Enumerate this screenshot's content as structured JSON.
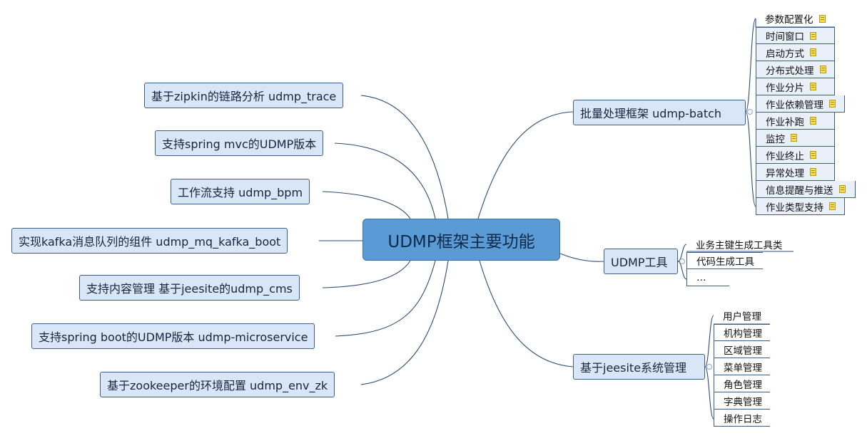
{
  "central": "UDMP框架主要功能",
  "left_topics": [
    "基于zipkin的链路分析  udmp_trace",
    "支持spring mvc的UDMP版本",
    "工作流支持  udmp_bpm",
    "实现kafka消息队列的组件  udmp_mq_kafka_boot",
    "支持内容管理  基于jeesite的udmp_cms",
    "支持spring boot的UDMP版本  udmp-microservice",
    "基于zookeeper的环境配置    udmp_env_zk"
  ],
  "batch": {
    "label": "批量处理框架    udmp-batch",
    "items": [
      "参数配置化",
      "时间窗口",
      "启动方式",
      "分布式处理",
      "作业分片",
      "作业依赖管理",
      "作业补跑",
      "监控",
      "作业终止",
      "异常处理",
      "信息提醒与推送",
      "作业类型支持"
    ]
  },
  "tools": {
    "label": "UDMP工具",
    "items": [
      "业务主键生成工具类",
      "代码生成工具",
      "…"
    ]
  },
  "jeesite": {
    "label": "基于jeesite系统管理",
    "items": [
      "用户管理",
      "机构管理",
      "区域管理",
      "菜单管理",
      "角色管理",
      "字典管理",
      "操作日志"
    ]
  },
  "colors": {
    "central": "#5b9bd5",
    "topic": "#d9e6f7",
    "line": "#2f4d74",
    "note": "#f6df57"
  },
  "icons": {
    "note": "note-icon"
  }
}
